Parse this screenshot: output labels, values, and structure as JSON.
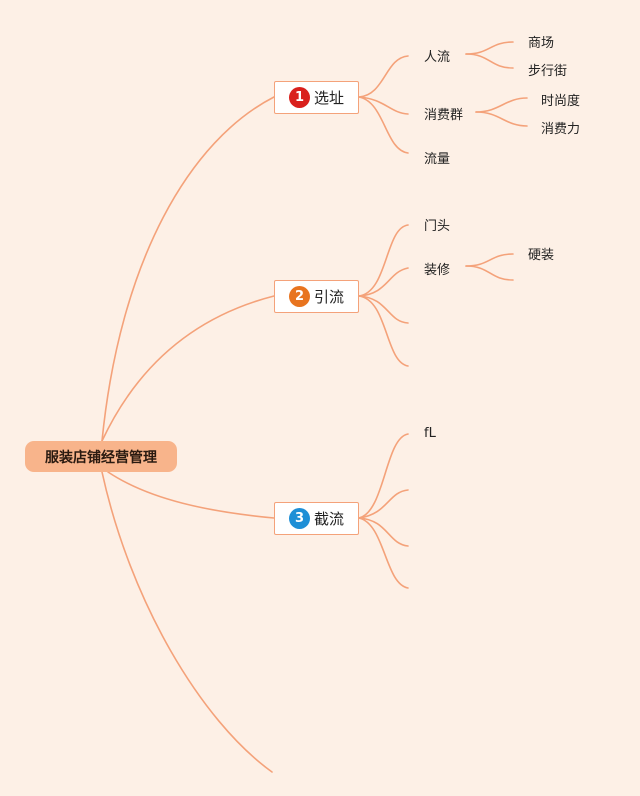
{
  "root": {
    "label": "服装店铺经营管理"
  },
  "branches": [
    {
      "number": "1",
      "label": "选址",
      "badge_color": "#d9201c",
      "children": [
        {
          "label": "人流",
          "children": [
            "商场",
            "步行街"
          ]
        },
        {
          "label": "消费群",
          "children": [
            "时尚度",
            "消费力"
          ]
        },
        {
          "label": "流量"
        }
      ]
    },
    {
      "number": "2",
      "label": "引流",
      "badge_color": "#e8741f",
      "children": [
        {
          "label": "门头"
        },
        {
          "label": "装修",
          "children": [
            "硬装",
            ""
          ]
        },
        {
          "label": ""
        },
        {
          "label": ""
        }
      ]
    },
    {
      "number": "3",
      "label": "截流",
      "badge_color": "#1e8fd6",
      "children": [
        {
          "label": "fL"
        },
        {
          "label": ""
        },
        {
          "label": ""
        },
        {
          "label": ""
        }
      ]
    }
  ],
  "colors": {
    "line": "#f4a27a",
    "background": "#fdf0e6",
    "root_fill": "#f8b48b"
  }
}
